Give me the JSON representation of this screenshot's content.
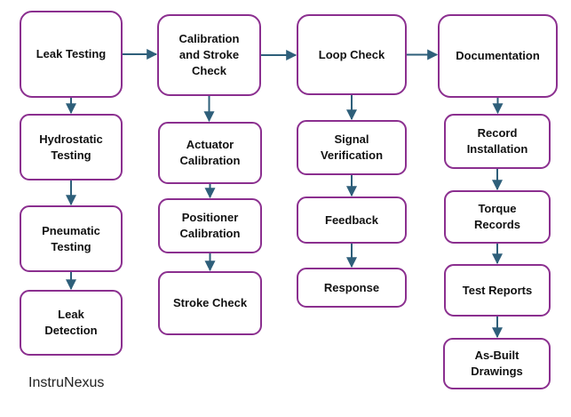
{
  "diagram": {
    "colors": {
      "box_border": "#8b2f8f",
      "arrow": "#2e5f7a",
      "text": "#111111"
    },
    "columns": [
      {
        "main": "Leak Testing",
        "steps": [
          "Hydrostatic\nTesting",
          "Pneumatic\nTesting",
          "Leak\nDetection"
        ]
      },
      {
        "main": "Calibration\nand Stroke\nCheck",
        "steps": [
          "Actuator\nCalibration",
          "Positioner\nCalibration",
          "Stroke Check"
        ]
      },
      {
        "main": "Loop Check",
        "steps": [
          "Signal\nVerification",
          "Feedback",
          "Response"
        ]
      },
      {
        "main": "Documentation",
        "steps": [
          "Record\nInstallation",
          "Torque\nRecords",
          "Test Reports",
          "As-Built\nDrawings"
        ]
      }
    ]
  },
  "brand": {
    "name": "InstruNexus"
  }
}
